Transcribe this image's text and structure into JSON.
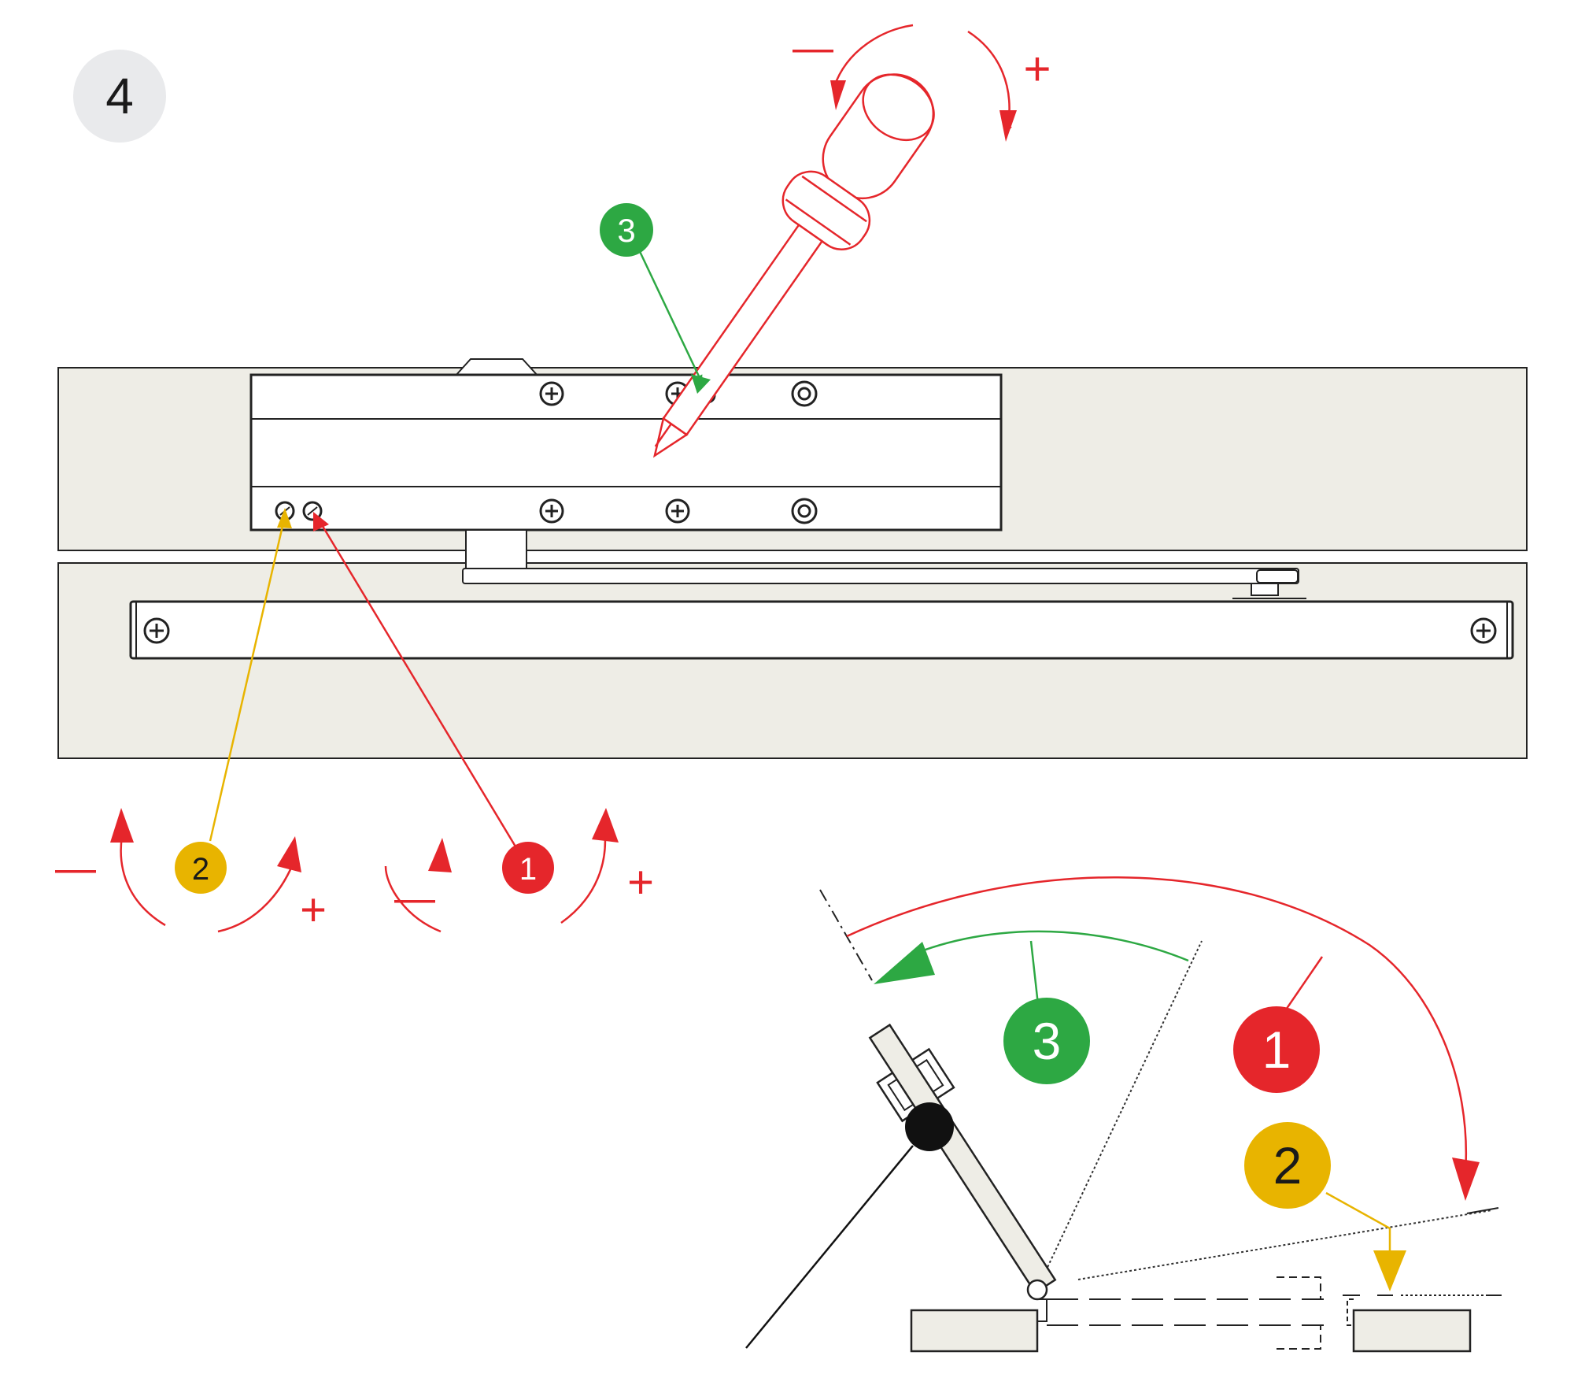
{
  "step": {
    "number": "4"
  },
  "colors": {
    "red": "#e5262b",
    "green": "#2da843",
    "yellow": "#e8b400",
    "panel": "#eeede6",
    "outline": "#222222",
    "badge_bg": "#e9eaec"
  },
  "markers": {
    "closing_speed": "1",
    "latching_speed": "2",
    "backcheck": "3"
  },
  "signs": {
    "minus": "—",
    "plus": "+"
  },
  "icons": [
    "screwdriver-icon",
    "phillips-screw-icon",
    "valve-screw-icon",
    "rotate-arrow-icon",
    "door-handle-icon",
    "hinge-pivot-icon"
  ]
}
